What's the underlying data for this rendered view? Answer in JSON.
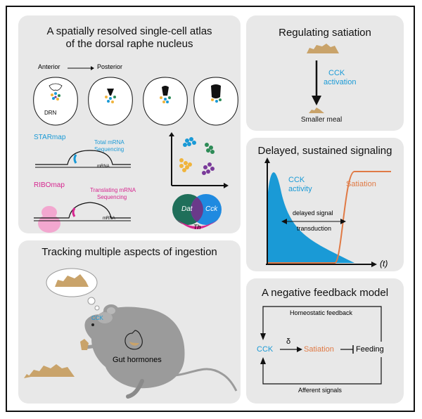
{
  "atlas": {
    "title_line1": "A spatially resolved single-cell atlas",
    "title_line2": "of the dorsal raphe nucleus",
    "anterior": "Anterior",
    "posterior": "Posterior",
    "drn": "DRN",
    "starmap": "STARmap",
    "starmap_desc1": "Total mRNA",
    "starmap_desc2": "Sequencing",
    "mrna": "mRNA",
    "ribomap": "RIBOmap",
    "ribomap_desc1": "Translating mRNA",
    "ribomap_desc2": "Sequencing",
    "venn_left": "Dat",
    "venn_right": "Cck",
    "venn_bottom": "Th"
  },
  "satiation": {
    "title": "Regulating satiation",
    "arrow_label1": "CCK",
    "arrow_label2": "activation",
    "result": "Smaller meal"
  },
  "signaling": {
    "title": "Delayed, sustained signaling",
    "cck_label1": "CCK",
    "cck_label2": "activity",
    "satiation_label": "Satiation",
    "delay_label1": "delayed signal",
    "delay_label2": "transduction",
    "time_label": "(t)"
  },
  "ingestion": {
    "title": "Tracking multiple aspects of ingestion",
    "cck_label": "CCK",
    "gut_label": "Gut hormones"
  },
  "feedback": {
    "title": "A negative feedback model",
    "top": "Homeostatic feedback",
    "cck": "CCK",
    "delta": "δ",
    "satiation": "Satiation",
    "feeding": "Feeding",
    "bottom": "Afferent signals"
  },
  "colors": {
    "panel": "#e8e8e8",
    "cck_blue": "#1a9ad6",
    "satiation_orange": "#e07a45",
    "magenta": "#d6268f",
    "food": "#c9a36a"
  }
}
